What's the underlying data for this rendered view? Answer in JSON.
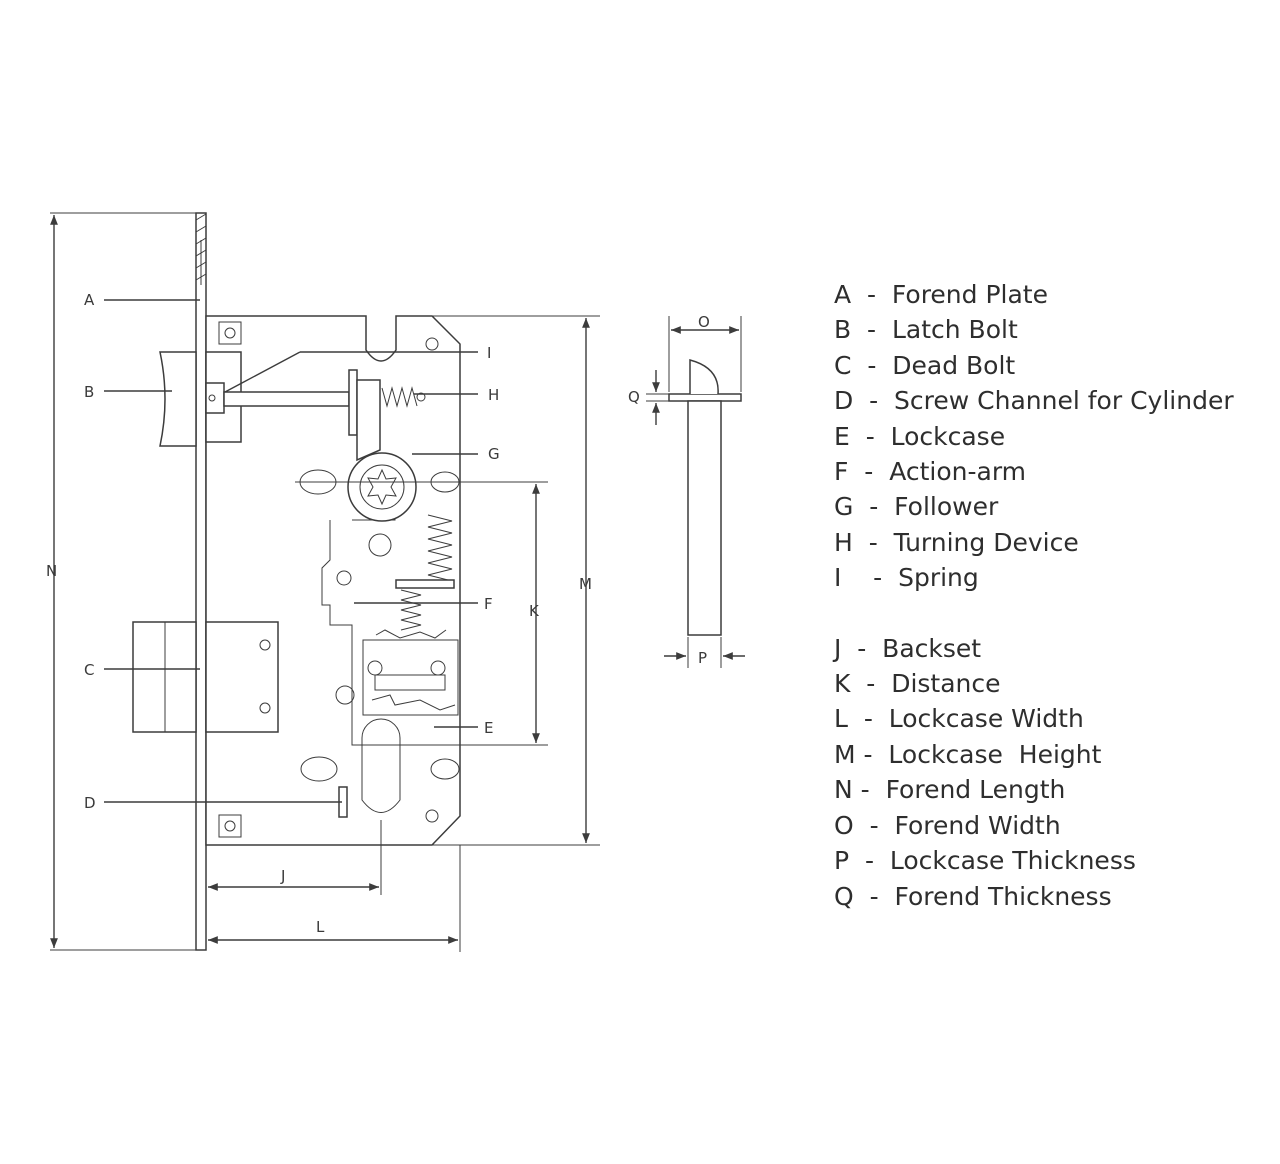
{
  "callouts": {
    "A": "A",
    "B": "B",
    "C": "C",
    "D": "D",
    "E": "E",
    "F": "F",
    "G": "G",
    "H": "H",
    "I": "I",
    "J": "J",
    "K": "K",
    "L": "L",
    "M": "M",
    "N": "N",
    "O": "O",
    "P": "P",
    "Q": "Q"
  },
  "legend": {
    "group1": [
      "A  -  Forend Plate",
      "B  -  Latch Bolt",
      "C  -  Dead Bolt",
      "D  -  Screw Channel for Cylinder",
      "E  -  Lockcase",
      "F  -  Action-arm",
      "G  -  Follower",
      "H  -  Turning Device",
      "I    -  Spring"
    ],
    "group2": [
      "J  -  Backset",
      "K  -  Distance",
      "L  -  Lockcase Width",
      "M -  Lockcase  Height",
      "N -  Forend Length",
      "O  -  Forend Width",
      "P  -  Lockcase Thickness",
      "Q  -  Forend Thickness"
    ]
  }
}
